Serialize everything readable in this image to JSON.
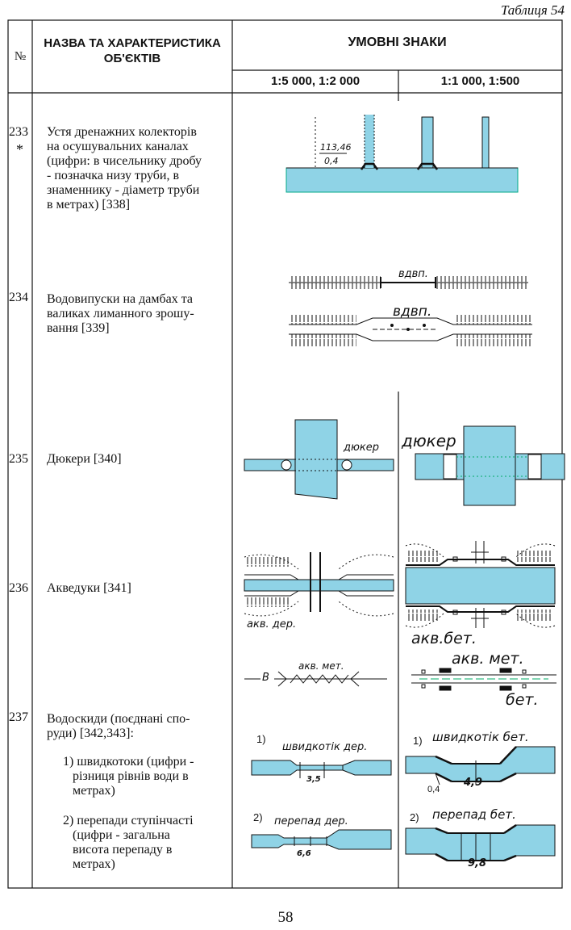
{
  "table_label": "Таблиця 54",
  "header": {
    "num": "№",
    "name_line1": "НАЗВА ТА ХАРАКТЕРИСТИКА",
    "name_line2": "ОБ'ЄКТІВ",
    "symbols": "УМОВНІ ЗНАКИ",
    "scale1": "1:5 000, 1:2 000",
    "scale2": "1:1 000, 1:500"
  },
  "rows": [
    {
      "num": "233",
      "mark": "*",
      "lines": [
        "Устя дренажних колекторів",
        "на осушувальних каналах",
        "(цифри: в чисельнику дробу",
        "- позначка низу труби, в",
        "знаменнику - діаметр труби",
        "в метрах) [338]"
      ]
    },
    {
      "num": "234",
      "lines": [
        "Водовипуски на дамбах та",
        "валиках лиманного зрошу-",
        "вання [339]"
      ]
    },
    {
      "num": "235",
      "lines": [
        "Дюкери [340]"
      ]
    },
    {
      "num": "236",
      "lines": [
        "Акведуки [341]"
      ]
    },
    {
      "num": "237",
      "lines": [
        "Водоскиди (поєднані спо-",
        "руди) [342,343]:"
      ],
      "items": [
        {
          "lines": [
            "1) швидкотоки (цифри -",
            "різниця рівнів води в",
            "метрах)"
          ]
        },
        {
          "lines": [
            "2) перепади ступінчасті",
            "(цифри - загальна",
            "висота перепаду в",
            "метрах)"
          ]
        }
      ]
    }
  ],
  "symbols": {
    "r233_numerator": "113,46",
    "r233_denominator": "0,4",
    "r234_label1": "вдвп.",
    "r234_label2": "вдвп.",
    "r235_label_small": "дюкер",
    "r235_label_large": "дюкер",
    "r236_label_der": "акв. дер.",
    "r236_label_bet": "акв.бет.",
    "r236_label_met": "акв. мет.",
    "r236_label_met2": "акв. мет.",
    "r236_label_bet2": "бет.",
    "r236_b": "В",
    "r237_item1": "1)",
    "r237_item2": "2)",
    "r237_shv_der": "швидкотік дер.",
    "r237_shv_der_val": "3,5",
    "r237_shv_bet": "швидкотік бет.",
    "r237_shv_bet_val": "4,9",
    "r237_shv_bet_small": "0,4",
    "r237_per_der": "перепад дер.",
    "r237_per_der_val": "6,6",
    "r237_per_bet": "перепад бет.",
    "r237_per_bet_val": "9,8"
  },
  "page_number": "58",
  "colors": {
    "water": "#8fd3e6",
    "border": "#111111"
  }
}
